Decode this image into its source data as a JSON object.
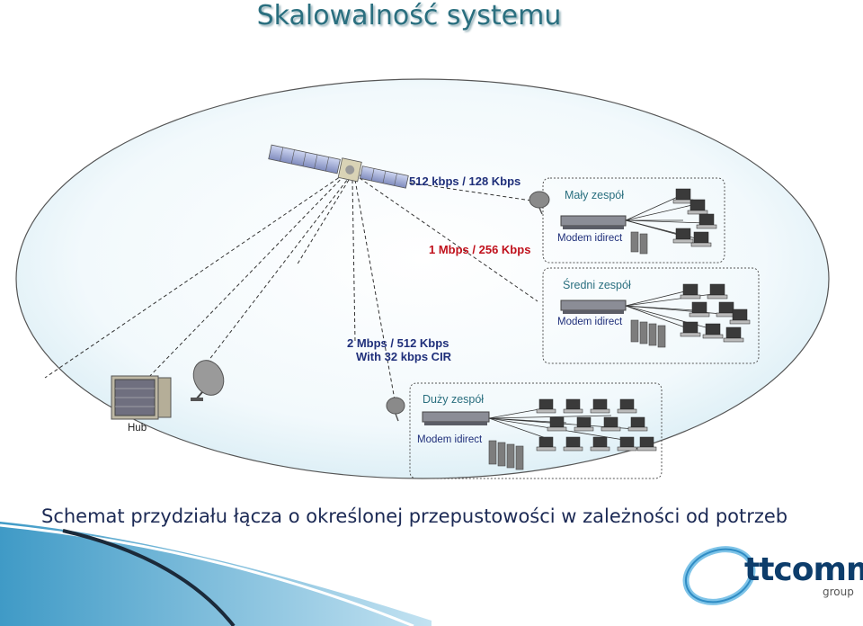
{
  "title": "Skalowalność systemu",
  "subtitle": "Schemat przydziału łącza o określonej przepustowości w zależności od potrzeb",
  "links": {
    "small": "512 kbps / 128 Kbps",
    "medium": "1 Mbps / 256 Kbps",
    "large_line1": "2 Mbps / 512 Kbps",
    "large_line2": "With 32 kbps CIR"
  },
  "groups": {
    "small": {
      "name": "Mały zespół",
      "modem": "Modem idirect"
    },
    "medium": {
      "name": "Średni zespół",
      "modem": "Modem idirect"
    },
    "large": {
      "name": "Duży zespół",
      "modem": "Modem idirect"
    }
  },
  "hub_label": "Hub",
  "logo": {
    "name": "ttcomm",
    "sub": "group"
  },
  "colors": {
    "title": "#2a6f7f",
    "link_blue": "#1f2f7a",
    "link_red": "#c0111c",
    "ellipse_border": "#555555"
  }
}
